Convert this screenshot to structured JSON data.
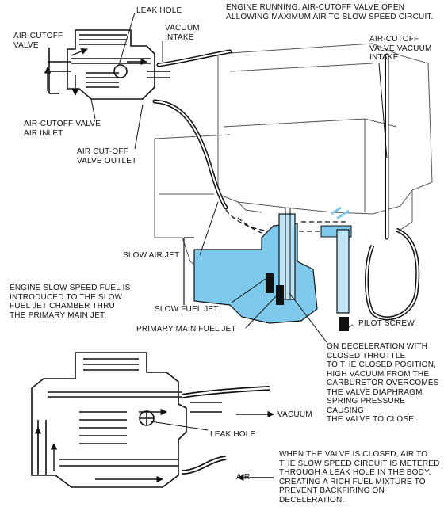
{
  "labels": {
    "engine_running": [
      "ENGINE RUNNING. AIR-CUTOFF VALVE OPEN",
      "ALLOWING MAXIMUM AIR TO SLOW SPEED CIRCUIT."
    ],
    "leak_hole_top": "LEAK HOLE",
    "air_cutoff_valve": [
      "AIR-CUTOFF",
      "VALVE"
    ],
    "vacuum_intake": [
      "VACUUM",
      "INTAKE"
    ],
    "air_cutoff_valve_vacuum_intake": [
      "AIR-CUTOFF",
      "VALVE VACUUM",
      "INTAKE"
    ],
    "air_cutoff_valve_air_inlet": [
      "AIR-CUTOFF VALVE",
      "AIR INLET"
    ],
    "air_cutoff_valve_outlet": [
      "AIR CUT-OFF",
      "VALVE OUTLET"
    ],
    "slow_air_jet": "SLOW AIR JET",
    "engine_slow_speed_fuel": [
      "ENGINE SLOW SPEED FUEL IS",
      "INTRODUCED TO THE SLOW",
      "FUEL JET CHAMBER THRU",
      "THE PRIMARY MAIN JET."
    ],
    "slow_fuel_jet": "SLOW FUEL JET",
    "primary_main_fuel_jet": "PRIMARY MAIN FUEL JET",
    "pilot_screw": "PILOT SCREW",
    "on_deceleration": [
      "ON DECELERATION WITH",
      "CLOSED THROTTLE",
      "TO THE CLOSED POSITION,",
      "HIGH VACUUM FROM THE",
      "CARBURETOR OVERCOMES",
      "THE VALVE DIAPHRAGM",
      "SPRING PRESSURE CAUSING",
      "THE VALVE TO CLOSE."
    ],
    "vacuum": "VACUUM",
    "leak_hole_bottom": "LEAK HOLE",
    "air": "AIR",
    "when_valve_closed": [
      "WHEN THE VALVE IS CLOSED, AIR TO",
      "THE SLOW SPEED CIRCUIT IS METERED",
      "THROUGH A LEAK HOLE IN THE BODY,",
      "CREATING A RICH FUEL MIXTURE TO",
      "PREVENT BACKFIRING ON",
      "DECELERATION."
    ]
  },
  "colors": {
    "fuel": "#7ec8ec",
    "line": "#111111",
    "body": "#555555"
  }
}
